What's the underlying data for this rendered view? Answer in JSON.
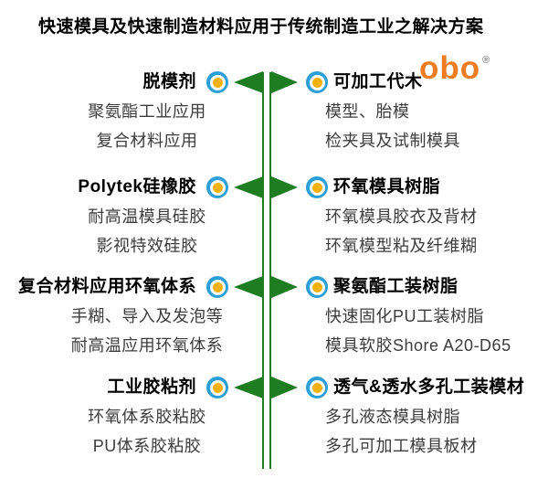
{
  "title": "快速模具及快速制造材料应用于传统制造工业之解决方案",
  "brand": {
    "logo_text": "obo",
    "registered_mark": "®"
  },
  "colors": {
    "spine_green": "#1e7d23",
    "ring_blue": "#2e9fd6",
    "core_yellow": "#f2b10c",
    "brand_orange": "#ee7d22",
    "ink": "#000000",
    "body_text": "#3c3c3c"
  },
  "levels": [
    {
      "left": {
        "heading": "脱模剂",
        "items": [
          "聚氨酯工业应用",
          "复合材料应用"
        ]
      },
      "right": {
        "heading": "可加工代木",
        "items": [
          "模型、胎模",
          "检夹具及试制模具"
        ]
      }
    },
    {
      "left": {
        "heading": "Polytek硅橡胶",
        "items": [
          "耐高温模具硅胶",
          "影视特效硅胶"
        ]
      },
      "right": {
        "heading": "环氧模具树脂",
        "items": [
          "环氧模具胶衣及背材",
          "环氧模型粘及纤维糊"
        ]
      }
    },
    {
      "left": {
        "heading": "复合材料应用环氧体系",
        "items": [
          "手糊、导入及发泡等",
          "耐高温应用环氧体系"
        ]
      },
      "right": {
        "heading": "聚氨酯工装树脂",
        "items": [
          "快速固化PU工装树脂",
          "模具软胶Shore A20-D65"
        ]
      }
    },
    {
      "left": {
        "heading": "工业胶粘剂",
        "items": [
          "环氧体系胶粘胶",
          "PU体系胶粘胶"
        ]
      },
      "right": {
        "heading": "透气&透水多孔工装模材",
        "items": [
          "多孔液态模具树脂",
          "多孔可加工模具板材"
        ]
      }
    }
  ]
}
